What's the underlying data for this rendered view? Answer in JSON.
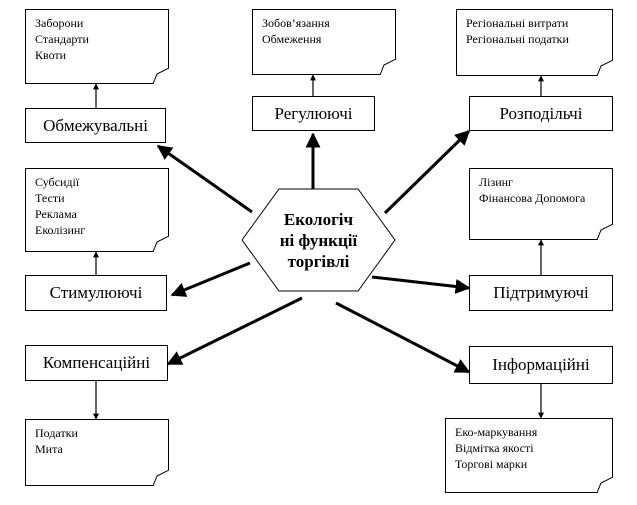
{
  "center": {
    "lines": [
      "Екологіч",
      "ні функції",
      "торгівлі"
    ]
  },
  "functions": {
    "restrictive": "Обмежувальні",
    "regulating": "Регулюючі",
    "distributive": "Розподільчі",
    "stimulating": "Стимулюючі",
    "supporting": "Підтримуючі",
    "compensatory": "Компенсаційні",
    "informational": "Інформаційні"
  },
  "instruments": {
    "restrictive": [
      "Заборони",
      "Стандарти",
      "Квоти"
    ],
    "regulating": [
      "Зобов’язання",
      "Обмеження"
    ],
    "distributive": [
      "Регіональні витрати",
      "Регіональні податки"
    ],
    "stimulating": [
      "Субсидії",
      "Тести",
      "Реклама",
      "Еколізинг"
    ],
    "supporting": [
      "Лізинг",
      "Фінансова Допомога"
    ],
    "compensatory": [
      "Податки",
      "Мита"
    ],
    "informational": [
      "Еко-маркування",
      "Відмітка якості",
      "Торгові марки"
    ]
  }
}
